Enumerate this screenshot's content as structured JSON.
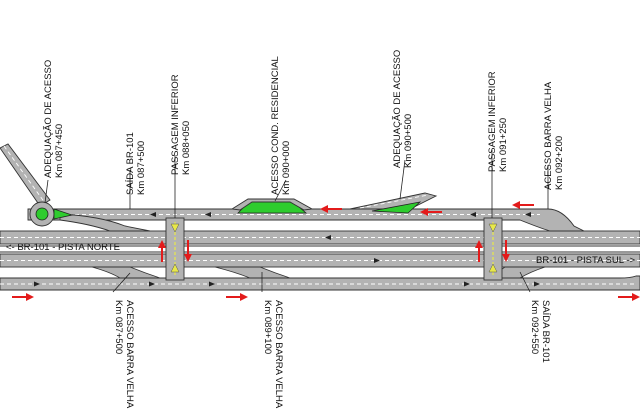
{
  "colors": {
    "road": "#b3b3b3",
    "edge": "#333333",
    "marking": "#ffffff",
    "green_area": "#2ecc2e",
    "flow_arrow": "#e31b1b",
    "traffic_arrow": "#222222",
    "underpass_marking": "#e8e84a"
  },
  "roads": {
    "north": "<- BR-101 - PISTA NORTE",
    "south": "BR-101 - PISTA SUL ->"
  },
  "labels_top": [
    {
      "title": "ADEQUAÇÃO DE ACESSO",
      "km": "Km 087+450"
    },
    {
      "title": "SAÍDA BR-101",
      "km": "Km 087+500"
    },
    {
      "title": "PASSAGEM INFERIOR",
      "km": "Km 088+050"
    },
    {
      "title": "ACESSO COND. RESIDENCIAL",
      "km": "Km 090+000"
    },
    {
      "title": "ADEQUAÇÃO DE ACESSO",
      "km": "Km 090+500"
    },
    {
      "title": "PASSAGEM INFERIOR",
      "km": "Km 091+250"
    },
    {
      "title": "ACESSO BARRA VELHA",
      "km": "Km 092+200"
    }
  ],
  "labels_bottom": [
    {
      "title": "ACESSO BARRA VELHA",
      "km": "Km 087+500"
    },
    {
      "title": "ACESSO BARRA VELHA",
      "km": "Km 089+100"
    },
    {
      "title": "SAÍDA BR-101",
      "km": "Km 092+550"
    }
  ]
}
